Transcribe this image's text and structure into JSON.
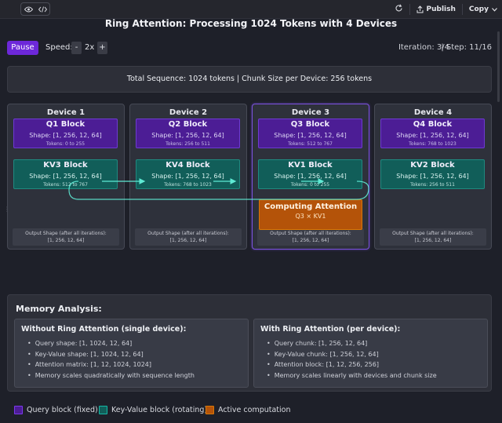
{
  "toolbar": {
    "preview_icon": "eye-icon",
    "code_icon": "code-icon",
    "refresh_icon": "refresh-icon",
    "publish_label": "Publish",
    "copy_label": "Copy"
  },
  "title": "Ring Attention: Processing 1024 Tokens with 4 Devices",
  "controls": {
    "pause_label": "Pause",
    "speed_label": "Speed:",
    "speed_decrease": "-",
    "speed_value": "2x",
    "speed_increase": "+",
    "iteration": "Iteration: 3/4",
    "step": "| Step: 11/16"
  },
  "summary": "Total Sequence: 1024 tokens  |  Chunk Size per Device: 256 tokens",
  "devices": [
    {
      "title": "Device 1",
      "q": {
        "name": "Q1 Block",
        "shape": "Shape: [1, 256, 12, 64]",
        "tokens": "Tokens: 0 to 255"
      },
      "kv": {
        "name": "KV3 Block",
        "shape": "Shape: [1, 256, 12, 64]",
        "tokens": "Tokens: 512 to 767"
      },
      "out_label": "Output Shape (after all iterations):",
      "out_shape": "[1, 256, 12, 64]"
    },
    {
      "title": "Device 2",
      "q": {
        "name": "Q2 Block",
        "shape": "Shape: [1, 256, 12, 64]",
        "tokens": "Tokens: 256 to 511"
      },
      "kv": {
        "name": "KV4 Block",
        "shape": "Shape: [1, 256, 12, 64]",
        "tokens": "Tokens: 768 to 1023"
      },
      "out_label": "Output Shape (after all iterations):",
      "out_shape": "[1, 256, 12, 64]"
    },
    {
      "title": "Device 3",
      "q": {
        "name": "Q3 Block",
        "shape": "Shape: [1, 256, 12, 64]",
        "tokens": "Tokens: 512 to 767"
      },
      "kv": {
        "name": "KV1 Block",
        "shape": "Shape: [1, 256, 12, 64]",
        "tokens": "Tokens: 0 to 255"
      },
      "out_label": "Output Shape (after all iterations):",
      "out_shape": "[1, 256, 12, 64]"
    },
    {
      "title": "Device 4",
      "q": {
        "name": "Q4 Block",
        "shape": "Shape: [1, 256, 12, 64]",
        "tokens": "Tokens: 768 to 1023"
      },
      "kv": {
        "name": "KV2 Block",
        "shape": "Shape: [1, 256, 12, 64]",
        "tokens": "Tokens: 256 to 511"
      },
      "out_label": "Output Shape (after all iterations):",
      "out_shape": "[1, 256, 12, 64]"
    }
  ],
  "active_device": "Device 3",
  "compute": {
    "title": "Computing Attention",
    "sub": "Q3 × KV1"
  },
  "memory": {
    "title": "Memory Analysis:",
    "without": {
      "title": "Without Ring Attention (single device):",
      "items": [
        "Query shape: [1, 1024, 12, 64]",
        "Key-Value shape: [1, 1024, 12, 64]",
        "Attention matrix: [1, 12, 1024, 1024]",
        "Memory scales quadratically with sequence length"
      ]
    },
    "with": {
      "title": "With Ring Attention (per device):",
      "items": [
        "Query chunk: [1, 256, 12, 64]",
        "Key-Value chunk: [1, 256, 12, 64]",
        "Attention block: [1, 12, 256, 256]",
        "Memory scales linearly with devices and chunk size"
      ]
    }
  },
  "legend": [
    {
      "label": "Query block (fixed)",
      "color": "#4c1d95",
      "border": "#7c3aed"
    },
    {
      "label": "Key-Value block (rotating)",
      "color": "#115e59",
      "border": "#14b8a6"
    },
    {
      "label": "Active computation",
      "color": "#b45309",
      "border": "#d97706"
    }
  ],
  "colors": {
    "accent": "#6d28d9",
    "query": "#4c1d95",
    "kv": "#115e59",
    "compute": "#b45309",
    "arrow": "#5eead4"
  }
}
